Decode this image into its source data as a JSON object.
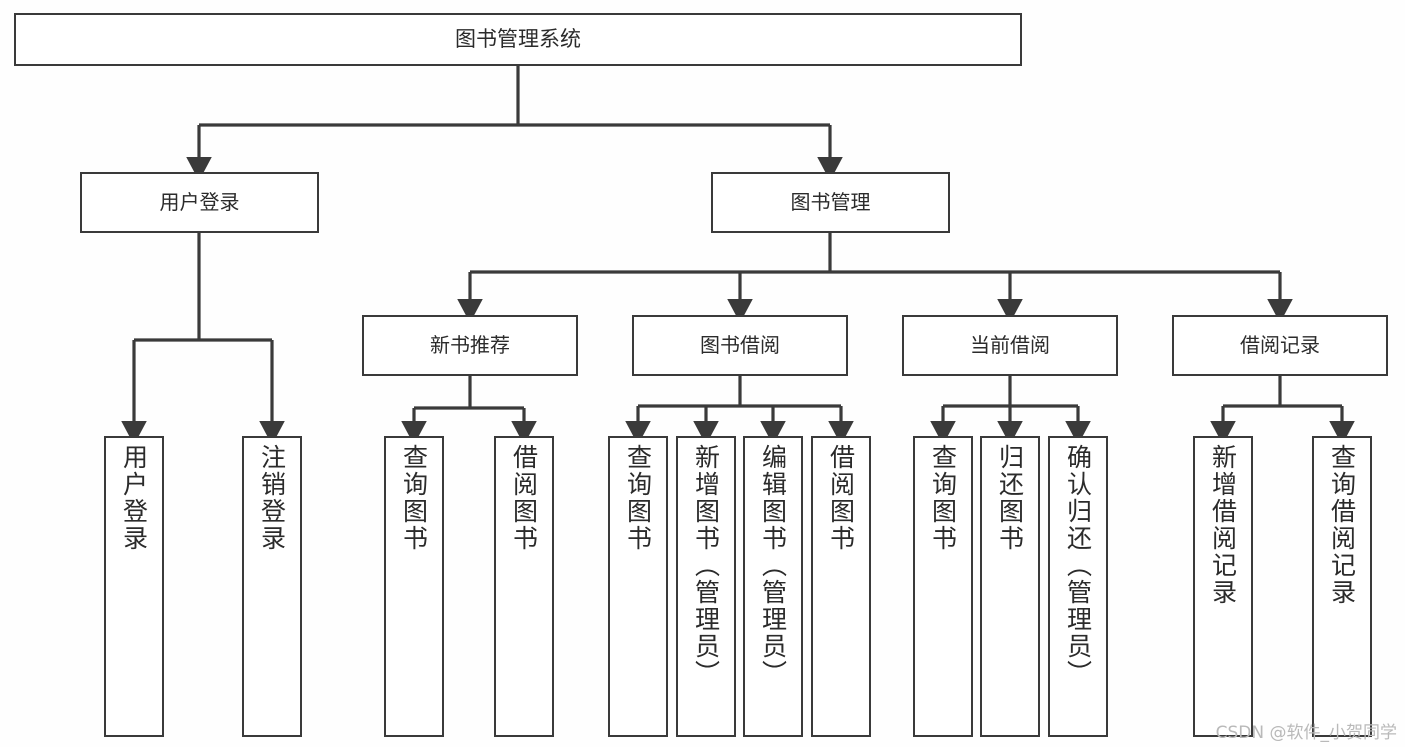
{
  "diagram": {
    "type": "tree",
    "title": "图书管理系统",
    "colors": {
      "stroke": "#3a3a3a",
      "fill": "#ffffff",
      "text": "#2b2b2b",
      "background": "#fefefe",
      "watermark": "#b9b9b9"
    },
    "root": {
      "label": "图书管理系统"
    },
    "level2": [
      {
        "label": "用户登录"
      },
      {
        "label": "图书管理"
      }
    ],
    "level3": [
      {
        "label": "新书推荐"
      },
      {
        "label": "图书借阅"
      },
      {
        "label": "当前借阅"
      },
      {
        "label": "借阅记录"
      }
    ],
    "leaves": {
      "user_login": [
        {
          "label": "用户登录"
        },
        {
          "label": "注销登录"
        }
      ],
      "new_book_recommend": [
        {
          "label": "查询图书"
        },
        {
          "label": "借阅图书"
        }
      ],
      "book_borrow": [
        {
          "label": "查询图书"
        },
        {
          "label": "新增图书（管理员）"
        },
        {
          "label": "编辑图书（管理员）"
        },
        {
          "label": "借阅图书"
        }
      ],
      "current_borrow": [
        {
          "label": "查询图书"
        },
        {
          "label": "归还图书"
        },
        {
          "label": "确认归还（管理员）"
        }
      ],
      "borrow_record": [
        {
          "label": "新增借阅记录"
        },
        {
          "label": "查询借阅记录"
        }
      ]
    },
    "watermark": "CSDN @软件_小贺同学"
  }
}
